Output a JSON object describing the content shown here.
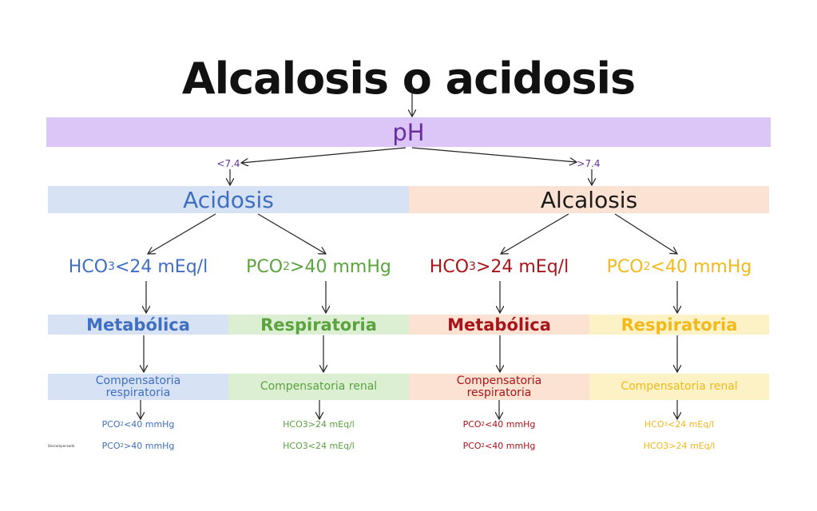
{
  "title": "Alcalosis o acidosis",
  "ph": {
    "label": "pH",
    "low_threshold": "<7.4",
    "high_threshold": ">7.4"
  },
  "states": {
    "acid": "Acidosis",
    "alk": "Alcalosis"
  },
  "criteria": [
    {
      "base": "HCO",
      "sub": "3",
      "rest": " <24 mEq/l"
    },
    {
      "base": "PCO",
      "sub": "2",
      "rest": " >40 mmHg"
    },
    {
      "base": "HCO",
      "sub": "3",
      "rest": " >24 mEq/l"
    },
    {
      "base": "PCO",
      "sub": "2",
      "rest": " <40 mmHg"
    }
  ],
  "types": [
    "Metabólica",
    "Respiratoria",
    "Metabólica",
    "Respiratoria"
  ],
  "compensation": [
    [
      "Compensatoria",
      "respiratoria"
    ],
    [
      "Compensatoria renal",
      ""
    ],
    [
      "Compensatoria",
      "respiratoria"
    ],
    [
      "Compensatoria renal",
      ""
    ]
  ],
  "row1": [
    {
      "base": "PCO",
      "sub": "2",
      "rest": " <40 mmHg"
    },
    {
      "base": "HCO3>24 mEq/l",
      "sub": "",
      "rest": ""
    },
    {
      "base": "PCO",
      "sub": "2",
      "rest": " <40 mmHg"
    },
    {
      "base": "HCO",
      "sub": "3",
      "rest": "<24 mEq/l"
    }
  ],
  "row2": [
    {
      "base": "PCO",
      "sub": "2",
      "rest": " >40 mmHg"
    },
    {
      "base": "HCO3<24 mEq/l",
      "sub": "",
      "rest": ""
    },
    {
      "base": "PCO",
      "sub": "2",
      "rest": " <40 mmHg"
    },
    {
      "base": "HCO3>24 mEq/l",
      "sub": "",
      "rest": ""
    }
  ],
  "decomp_label": "Descompensado",
  "colors": {
    "purple": "#6a2f9e",
    "blue": "#3f6fc0",
    "green": "#5aa33e",
    "red": "#a8141a",
    "yellow": "#f2b91a",
    "arrow": "#222222"
  }
}
